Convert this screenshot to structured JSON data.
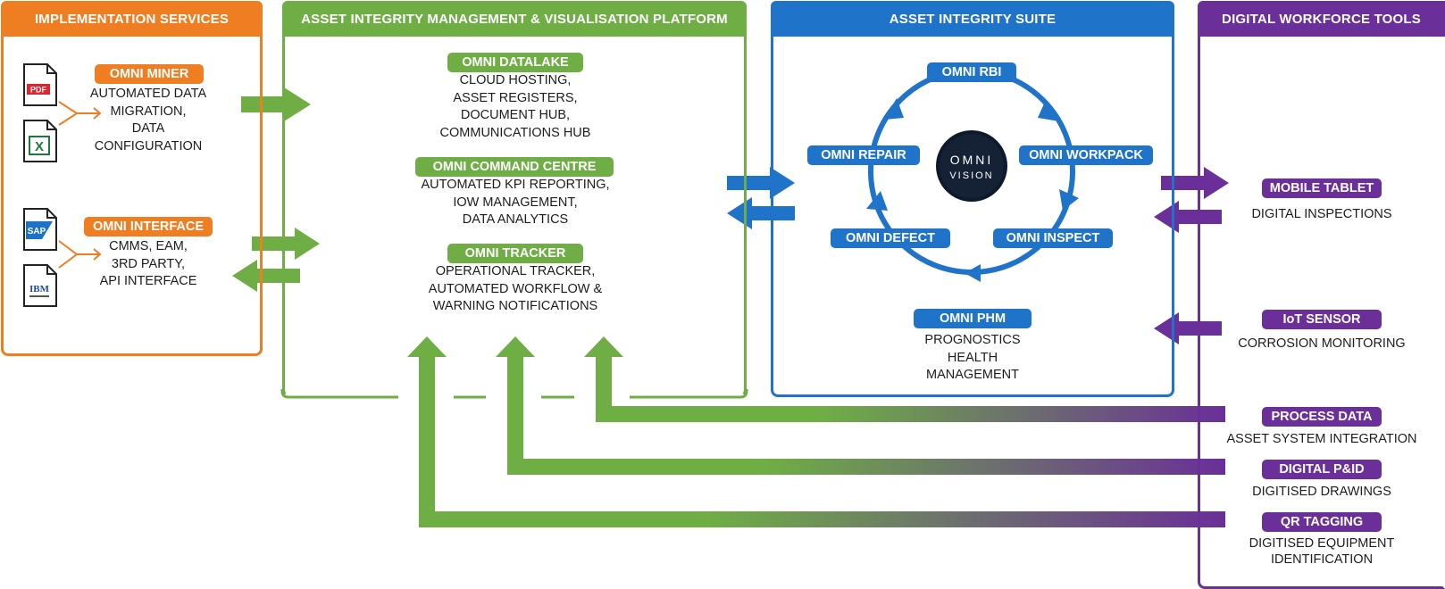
{
  "colors": {
    "orange": "#ef7d22",
    "green": "#6fae45",
    "blue": "#1f73c9",
    "purple": "#6a2f98"
  },
  "implementation": {
    "title": "IMPLEMENTATION SERVICES",
    "miner": {
      "label": "OMNI MINER",
      "lines": [
        "AUTOMATED DATA",
        "MIGRATION,",
        "DATA",
        "CONFIGURATION"
      ]
    },
    "interface": {
      "label": "OMNI INTERFACE",
      "lines": [
        "CMMS, EAM,",
        "3RD PARTY,",
        "API INTERFACE"
      ]
    },
    "icons": {
      "pdf": "PDF",
      "excel": "X",
      "sap": "SAP",
      "ibm": "IBM"
    }
  },
  "platform": {
    "title": "ASSET INTEGRITY MANAGEMENT & VISUALISATION PLATFORM",
    "datalake": {
      "label": "OMNI DATALAKE",
      "lines": [
        "CLOUD HOSTING,",
        "ASSET REGISTERS,",
        "DOCUMENT HUB,",
        "COMMUNICATIONS HUB"
      ]
    },
    "command": {
      "label": "OMNI COMMAND CENTRE",
      "lines": [
        "AUTOMATED KPI REPORTING,",
        "IOW MANAGEMENT,",
        "DATA ANALYTICS"
      ]
    },
    "tracker": {
      "label": "OMNI TRACKER",
      "lines": [
        "OPERATIONAL TRACKER,",
        "AUTOMATED WORKFLOW &",
        "WARNING NOTIFICATIONS"
      ]
    }
  },
  "suite": {
    "title": "ASSET INTEGRITY SUITE",
    "rbi": "OMNI RBI",
    "workpack": "OMNI WORKPACK",
    "inspect": "OMNI INSPECT",
    "defect": "OMNI DEFECT",
    "repair": "OMNI REPAIR",
    "logo_top": "OMNI",
    "logo_bottom": "VISION",
    "phm": {
      "label": "OMNI PHM",
      "lines": [
        "PROGNOSTICS",
        "HEALTH",
        "MANAGEMENT"
      ]
    }
  },
  "workforce": {
    "title": "DIGITAL WORKFORCE TOOLS",
    "mobile": {
      "label": "MOBILE TABLET",
      "desc": "DIGITAL INSPECTIONS"
    },
    "iot": {
      "label": "IoT SENSOR",
      "desc": "CORROSION MONITORING"
    },
    "process": {
      "label": "PROCESS DATA",
      "desc": "ASSET SYSTEM INTEGRATION"
    },
    "pid": {
      "label": "DIGITAL P&ID",
      "desc": "DIGITISED DRAWINGS"
    },
    "qr": {
      "label": "QR TAGGING",
      "lines": [
        "DIGITISED EQUIPMENT",
        "IDENTIFICATION"
      ]
    }
  }
}
